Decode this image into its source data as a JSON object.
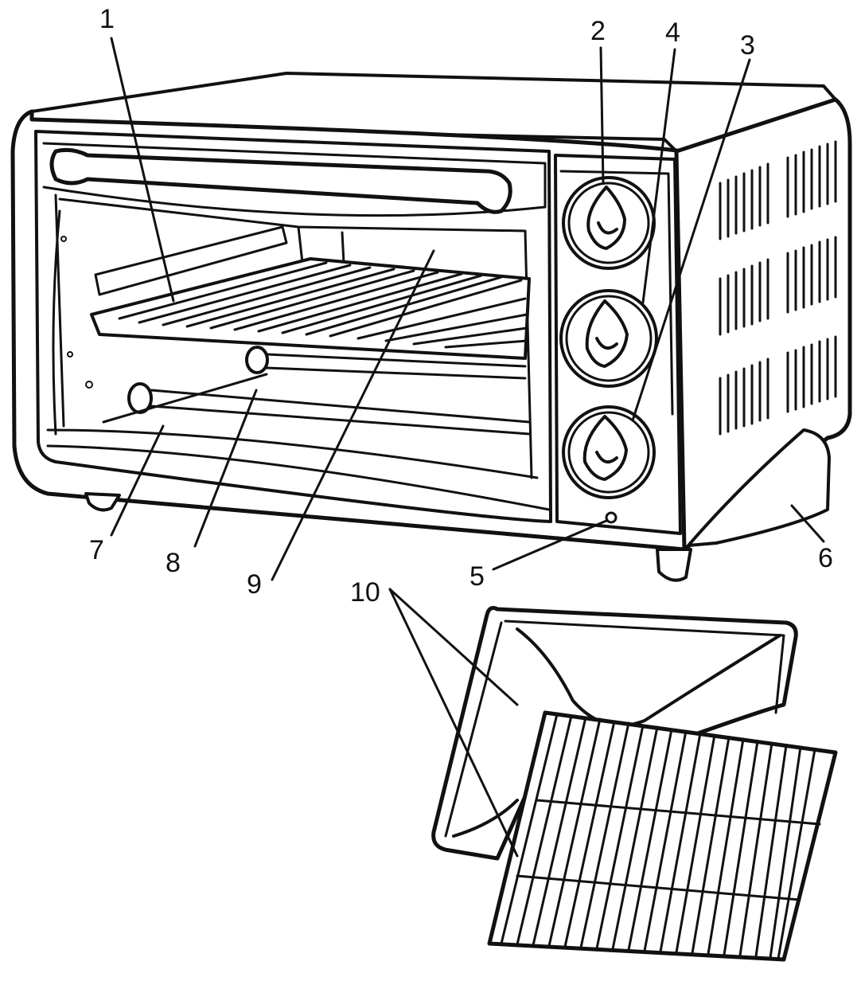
{
  "colors": {
    "ink": "#111111",
    "paper": "#ffffff"
  },
  "callouts": [
    {
      "id": "1",
      "label": "1"
    },
    {
      "id": "2",
      "label": "2"
    },
    {
      "id": "3",
      "label": "3"
    },
    {
      "id": "4",
      "label": "4"
    },
    {
      "id": "5",
      "label": "5"
    },
    {
      "id": "6",
      "label": "6"
    },
    {
      "id": "7",
      "label": "7"
    },
    {
      "id": "8",
      "label": "8"
    },
    {
      "id": "9",
      "label": "9"
    },
    {
      "id": "10",
      "label": "10"
    }
  ]
}
